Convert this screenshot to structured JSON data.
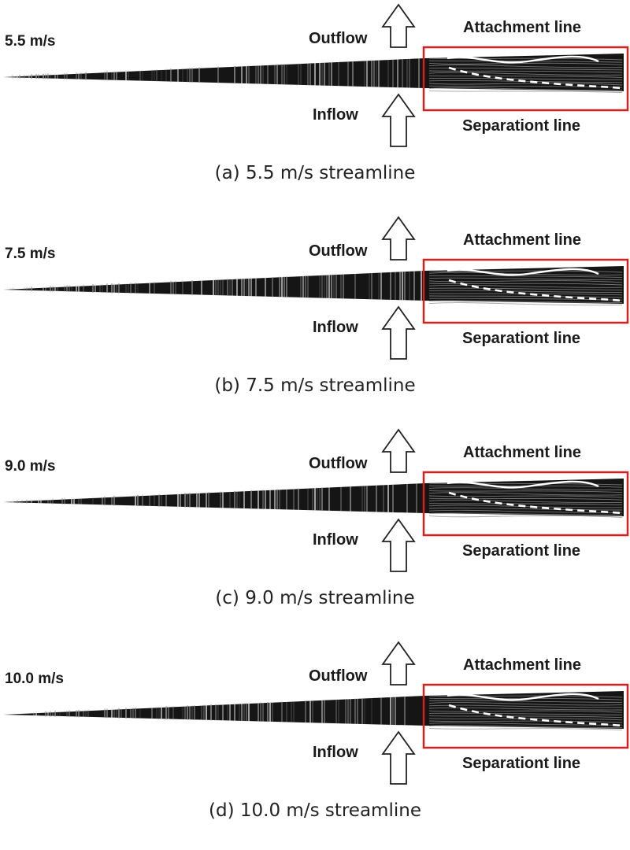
{
  "panels": [
    {
      "speed": "5.5 m/s",
      "outflow": "Outflow",
      "inflow": "Inflow",
      "attachment": "Attachment line",
      "separation": "Separationt line",
      "caption": "(a) 5.5 m/s streamline"
    },
    {
      "speed": "7.5 m/s",
      "outflow": "Outflow",
      "inflow": "Inflow",
      "attachment": "Attachment line",
      "separation": "Separationt line",
      "caption": "(b) 7.5 m/s streamline"
    },
    {
      "speed": "9.0 m/s",
      "outflow": "Outflow",
      "inflow": "Inflow",
      "attachment": "Attachment line",
      "separation": "Separationt line",
      "caption": "(c) 9.0 m/s streamline"
    },
    {
      "speed": "10.0 m/s",
      "outflow": "Outflow",
      "inflow": "Inflow",
      "attachment": "Attachment line",
      "separation": "Separationt line",
      "caption": "(d) 10.0 m/s streamline"
    }
  ],
  "colors": {
    "highlight_box": "#d62020",
    "blade": "#151515",
    "arrow_stroke": "#222222"
  }
}
